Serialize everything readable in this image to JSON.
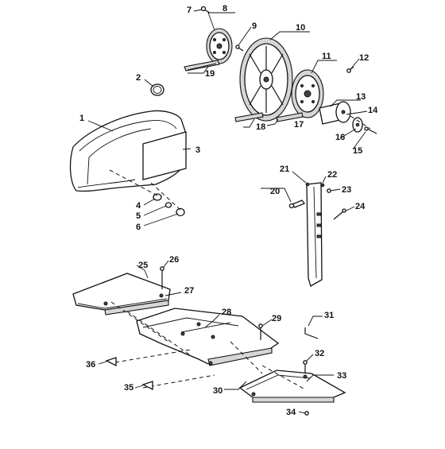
{
  "callouts": [
    {
      "id": "c1",
      "text": "1"
    },
    {
      "id": "c2",
      "text": "2"
    },
    {
      "id": "c3",
      "text": "3"
    },
    {
      "id": "c4",
      "text": "4"
    },
    {
      "id": "c5",
      "text": "5"
    },
    {
      "id": "c6",
      "text": "6"
    },
    {
      "id": "c7",
      "text": "7"
    },
    {
      "id": "c8",
      "text": "8"
    },
    {
      "id": "c9",
      "text": "9"
    },
    {
      "id": "c10",
      "text": "10"
    },
    {
      "id": "c11",
      "text": "11"
    },
    {
      "id": "c12",
      "text": "12"
    },
    {
      "id": "c13",
      "text": "13"
    },
    {
      "id": "c14",
      "text": "14"
    },
    {
      "id": "c15",
      "text": "15"
    },
    {
      "id": "c16",
      "text": "16"
    },
    {
      "id": "c17",
      "text": "17"
    },
    {
      "id": "c18",
      "text": "18"
    },
    {
      "id": "c19",
      "text": "19"
    },
    {
      "id": "c20",
      "text": "20"
    },
    {
      "id": "c21",
      "text": "21"
    },
    {
      "id": "c22",
      "text": "22"
    },
    {
      "id": "c23",
      "text": "23"
    },
    {
      "id": "c24",
      "text": "24"
    },
    {
      "id": "c25",
      "text": "25"
    },
    {
      "id": "c26",
      "text": "26"
    },
    {
      "id": "c27",
      "text": "27"
    },
    {
      "id": "c28",
      "text": "28"
    },
    {
      "id": "c29",
      "text": "29"
    },
    {
      "id": "c30",
      "text": "30"
    },
    {
      "id": "c31",
      "text": "31"
    },
    {
      "id": "c32",
      "text": "32"
    },
    {
      "id": "c33",
      "text": "33"
    },
    {
      "id": "c34",
      "text": "34"
    },
    {
      "id": "c35",
      "text": "35"
    },
    {
      "id": "c36",
      "text": "36"
    }
  ]
}
